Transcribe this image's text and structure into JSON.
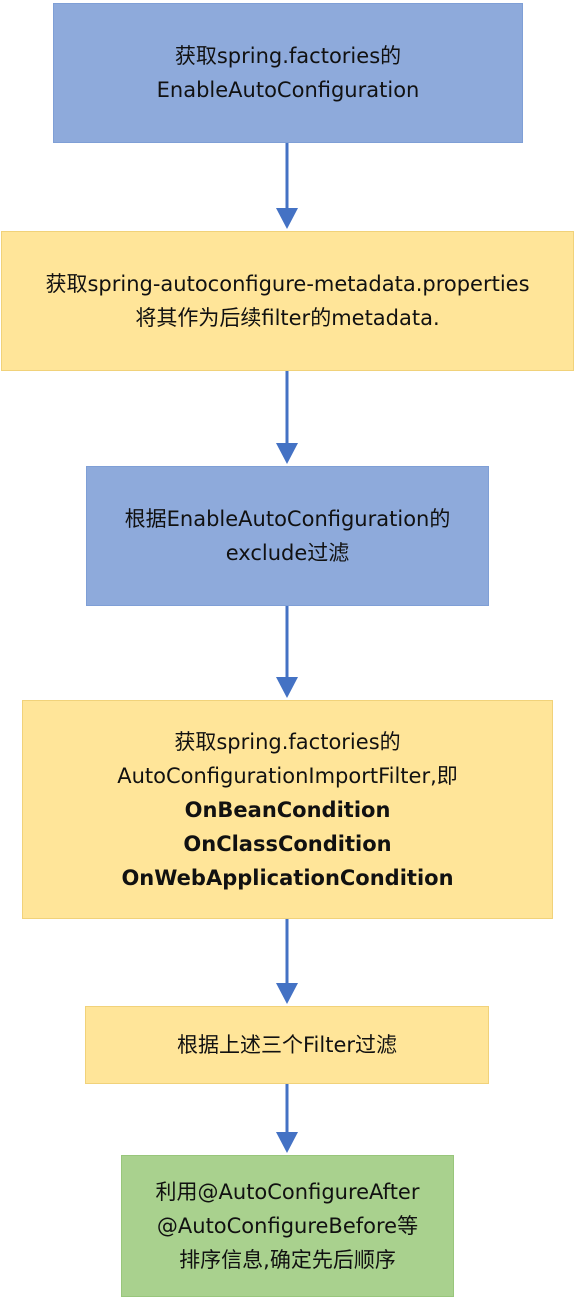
{
  "steps": [
    {
      "lines": [
        "获取spring.factories的",
        "EnableAutoConfiguration"
      ],
      "color": "#8eaadb"
    },
    {
      "lines": [
        "获取spring-autoconfigure-metadata.properties",
        "将其作为后续filter的metadata."
      ],
      "color": "#ffe599"
    },
    {
      "lines": [
        "根据EnableAutoConfiguration的",
        "exclude过滤"
      ],
      "color": "#8eaadb"
    },
    {
      "lines": [
        "获取spring.factories的",
        "AutoConfigurationImportFilter,即"
      ],
      "bold_lines": [
        "OnBeanCondition",
        "OnClassCondition",
        "OnWebApplicationCondition"
      ],
      "color": "#ffe599"
    },
    {
      "lines": [
        "根据上述三个Filter过滤"
      ],
      "color": "#ffe599"
    },
    {
      "lines": [
        "利用@AutoConfigureAfter",
        "@AutoConfigureBefore等",
        "排序信息,确定先后顺序"
      ],
      "color": "#a9d18e"
    }
  ],
  "arrow_color": "#4472c4"
}
